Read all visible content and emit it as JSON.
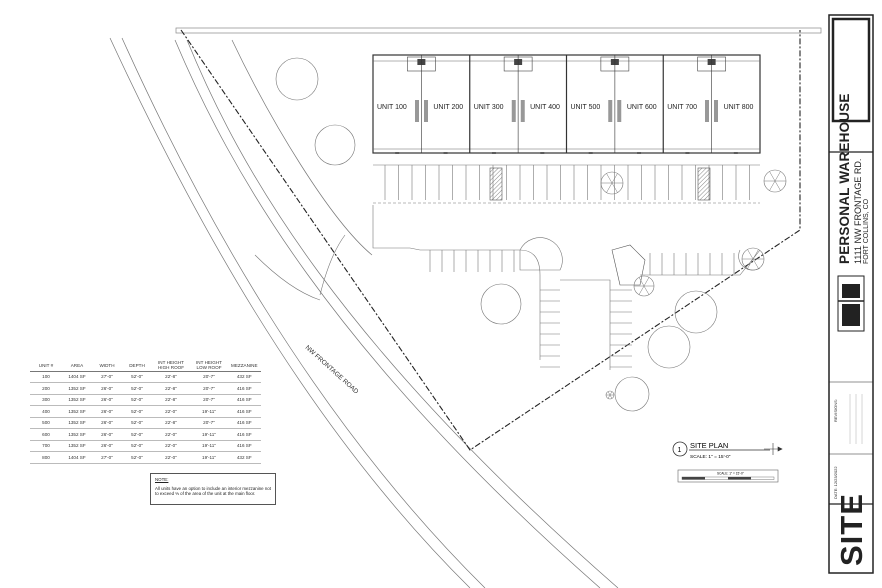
{
  "site_plan": {
    "units": [
      "UNIT 100",
      "UNIT 200",
      "UNIT 300",
      "UNIT 400",
      "UNIT 500",
      "UNIT 600",
      "UNIT 700",
      "UNIT 800"
    ],
    "road_label": "NW FRONTAGE ROAD",
    "view_number": "1",
    "view_title": "SITE PLAN",
    "view_scale": "SCALE: 1\" = 15'-0\"",
    "scale_bar_label": "SCALE: 1\" = 15'-0\""
  },
  "unit_table": {
    "headers": [
      "UNIT #",
      "AREA",
      "WIDTH",
      "DEPTH",
      "INT HEIGHT HIGH ROOF",
      "INT HEIGHT LOW ROOF",
      "MEZZANINE"
    ],
    "rows": [
      [
        "100",
        "1404 SF",
        "27'-0\"",
        "52'-0\"",
        "22'-8\"",
        "20'-7\"",
        "432 SF"
      ],
      [
        "200",
        "1352 SF",
        "26'-0\"",
        "52'-0\"",
        "22'-8\"",
        "20'-7\"",
        "416 SF"
      ],
      [
        "300",
        "1352 SF",
        "26'-0\"",
        "52'-0\"",
        "22'-8\"",
        "20'-7\"",
        "416 SF"
      ],
      [
        "400",
        "1352 SF",
        "26'-0\"",
        "52'-0\"",
        "22'-0\"",
        "19'-11\"",
        "416 SF"
      ],
      [
        "500",
        "1352 SF",
        "26'-0\"",
        "52'-0\"",
        "22'-8\"",
        "20'-7\"",
        "416 SF"
      ],
      [
        "600",
        "1352 SF",
        "26'-0\"",
        "52'-0\"",
        "22'-0\"",
        "19'-11\"",
        "416 SF"
      ],
      [
        "700",
        "1352 SF",
        "26'-0\"",
        "52'-0\"",
        "22'-0\"",
        "19'-11\"",
        "416 SF"
      ],
      [
        "800",
        "1404 SF",
        "27'-0\"",
        "52'-0\"",
        "22'-0\"",
        "19'-11\"",
        "432 SF"
      ]
    ]
  },
  "note": {
    "title": "NOTE:",
    "text": "All units have an option to include an interior mezzanine not to exceed ⅓ of the area of the unit at the main floor."
  },
  "title_block": {
    "project_name": "PERSONAL WAREHOUSE",
    "address_line1": "1111 NW FRONTAGE RD.",
    "address_line2": "FORT COLLINS, CO",
    "sheet_name": "SITE",
    "revisions_label": "REVISIONS:",
    "date_label": "DATE: 12/23/2022"
  },
  "colors": {
    "line": "#2a2a2a",
    "light_line": "#9a9a9a",
    "hatch": "#666666"
  }
}
